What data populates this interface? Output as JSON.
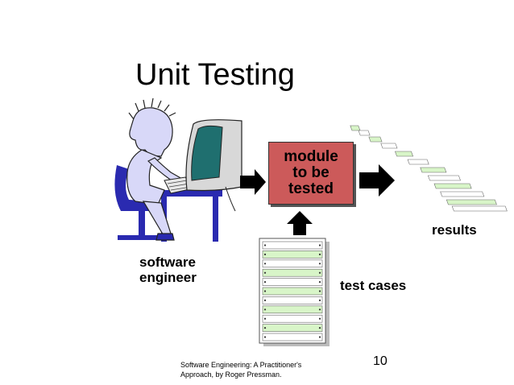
{
  "slide": {
    "title": "Unit Testing",
    "actor_label_line1": "software",
    "actor_label_line2": "engineer",
    "module_line1": "module",
    "module_line2": "to be",
    "module_line3": "tested",
    "results_label": "results",
    "test_cases_label": "test cases",
    "footer_line1": "Software Engineering: A Practitioner's",
    "footer_line2": "Approach, by Roger Pressman.",
    "slide_number": "10"
  },
  "colors": {
    "module_fill": "#cc5a5a",
    "person_fill": "#d8d8f8",
    "chair_color": "#2a2ab0",
    "monitor_screen": "#1f6f6f",
    "test_strip": "#d8f5c8",
    "results_strip": "#d8f5c8"
  }
}
